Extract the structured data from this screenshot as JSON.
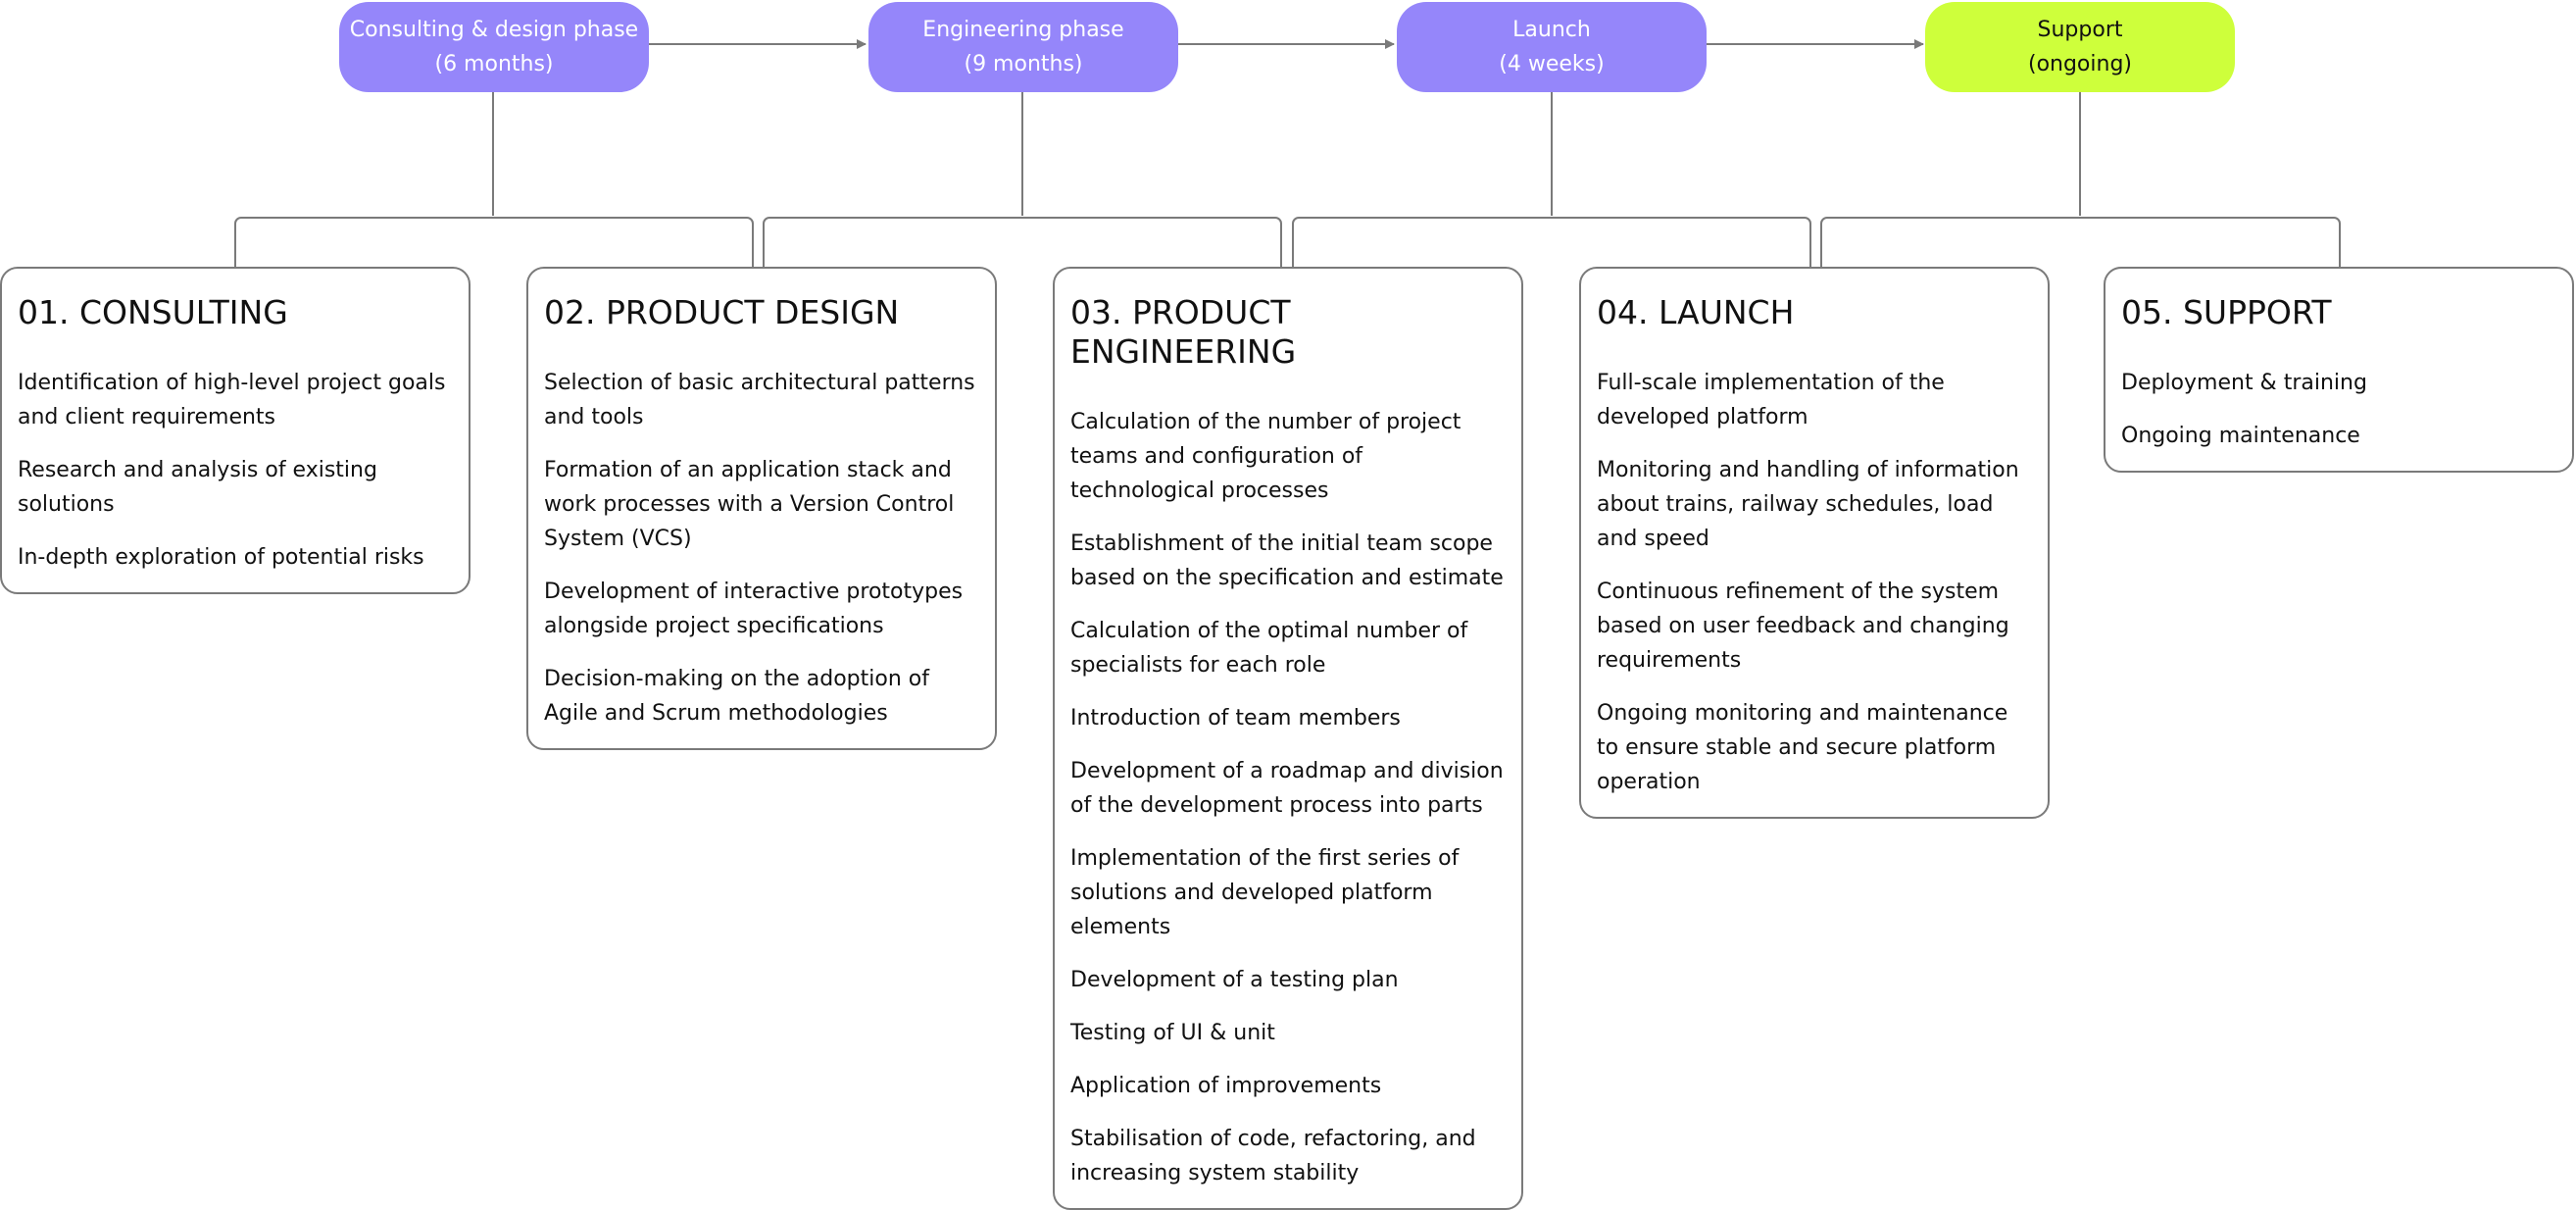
{
  "phases": [
    {
      "name": "Consulting & design phase",
      "duration": "(6 months)",
      "color": "#9586fa"
    },
    {
      "name": "Engineering phase",
      "duration": "(9 months)",
      "color": "#9586fa"
    },
    {
      "name": "Launch",
      "duration": "(4 weeks)",
      "color": "#9586fa"
    },
    {
      "name": "Support",
      "duration": "(ongoing)",
      "color": "#ceff3b"
    }
  ],
  "cards": [
    {
      "title": "01. CONSULTING",
      "items": [
        "Identification of high-level project goals and client requirements",
        "Research and analysis of existing solutions",
        "In-depth exploration of potential risks"
      ]
    },
    {
      "title": "02. PRODUCT DESIGN",
      "items": [
        "Selection of basic architectural patterns and tools",
        "Formation of an application stack and work processes with a Version Control System (VCS)",
        "Development of interactive prototypes alongside project specifications",
        "Decision-making on the adoption of Agile and Scrum methodologies"
      ]
    },
    {
      "title": "03. PRODUCT ENGINEERING",
      "items": [
        "Calculation of the number of project teams and configuration of technological processes",
        "Establishment of the initial team scope based on the specification and estimate",
        "Calculation of the optimal number of specialists for each role",
        "Introduction of team members",
        "Development of a roadmap and division of the development process into parts",
        "Implementation of the first series of solutions and developed platform elements",
        "Development of a testing plan",
        "Testing of UI & unit",
        "Application of improvements",
        "Stabilisation of code, refactoring, and increasing system stability"
      ]
    },
    {
      "title": "04. LAUNCH",
      "items": [
        "Full-scale implementation of the developed platform",
        "Monitoring and handling of information about trains, railway schedules, load and speed",
        "Continuous refinement of the system based on user feedback and changing requirements",
        "Ongoing monitoring and maintenance to ensure stable and secure platform operation"
      ]
    },
    {
      "title": "05. SUPPORT",
      "items": [
        "Deployment & training",
        "Ongoing maintenance"
      ]
    }
  ]
}
